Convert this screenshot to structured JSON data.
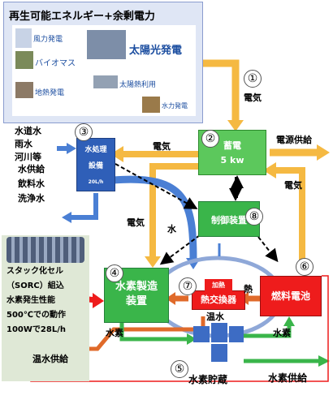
{
  "renewable": {
    "title": "再生可能エネルギー+余剰電力",
    "wind": "風力発電",
    "biomass": "バイオマス",
    "solar_pv": "太陽光発電",
    "geothermal": "地熱発電",
    "solar_thermal": "太陽熱利用",
    "hydro": "水力発電"
  },
  "sources": [
    "水道水",
    "雨水",
    "河川等"
  ],
  "supply_items": [
    "水供給",
    "飲料水",
    "洗浄水"
  ],
  "water_treatment": {
    "line1": "水処理",
    "line2": "設備",
    "line3": "20L/h"
  },
  "battery": {
    "line1": "蓄電",
    "line2": "5 kw"
  },
  "control": {
    "line1": "制御装置"
  },
  "electrolyzer": {
    "line1": "水素製造",
    "line2": "装置"
  },
  "heat_exchanger": {
    "label": "熱交換器",
    "heating": "加熱"
  },
  "fuel_cell": {
    "label": "燃料電池"
  },
  "storage": {
    "label": "水素貯蔵"
  },
  "sorc": {
    "line1": "スタック化セル",
    "line2": "（SORC）組込",
    "line3": "水素発生性能",
    "line4": "500℃での動作",
    "line5": "100Wで28L/h"
  },
  "numbers": [
    "①",
    "②",
    "③",
    "④",
    "⑤",
    "⑥",
    "⑦",
    "⑧"
  ],
  "flows": {
    "electricity": "電気",
    "power_supply": "電源供給",
    "water": "水",
    "heat": "熱",
    "hot_water": "温水",
    "hydrogen": "水素",
    "hot_water_supply": "温水供給",
    "hydrogen_supply": "水素供給"
  },
  "colors": {
    "electricity_arrow": "#f5b942",
    "water_arrow": "#4a7fd4",
    "hydrogen_arrow": "#3ab54a",
    "hot_water_arrow": "#e06a2a",
    "battery_box": "#5cc85c",
    "water_box": "#2f5fb8",
    "fuel_cell_box": "#ee1c1c"
  }
}
